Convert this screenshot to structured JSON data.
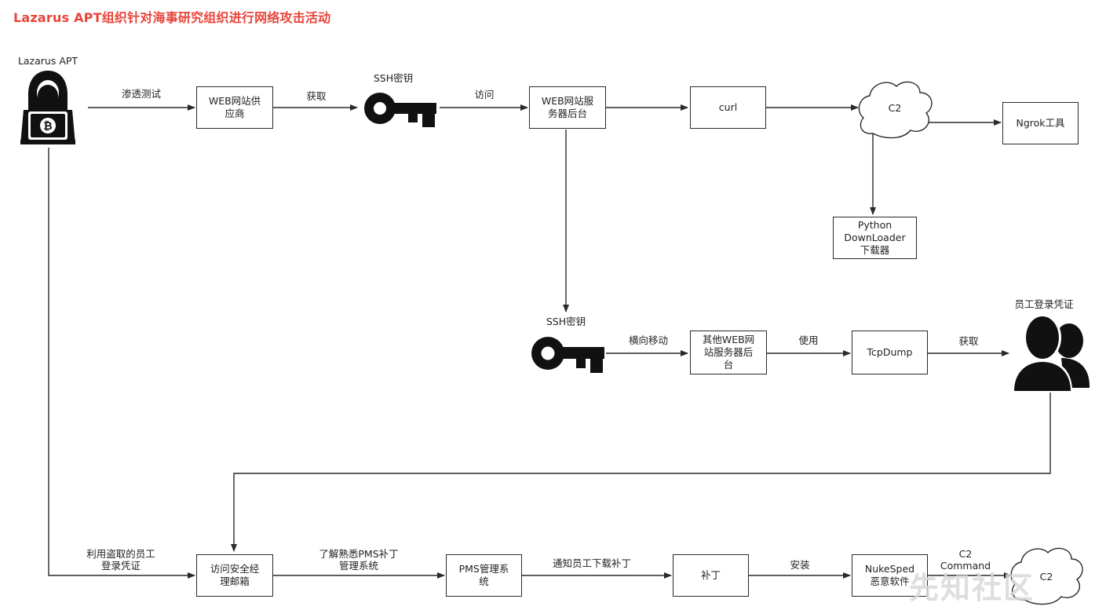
{
  "title": "Lazarus APT组织针对海事研究组织进行网络攻击活动",
  "actor": "Lazarus APT",
  "nodes": {
    "web_supplier": "WEB网站供\n应商",
    "ssh_key_1": "SSH密钥",
    "web_backend": "WEB网站服\n务器后台",
    "curl": "curl",
    "c2_top": "C2",
    "ngrok": "Ngrok工具",
    "python_downloader": "Python\nDownLoader\n下载器",
    "ssh_key_2": "SSH密钥",
    "other_web": "其他WEB网\n站服务器后\n台",
    "tcpdump": "TcpDump",
    "employee_creds": "员工登录凭证",
    "mail": "访问安全经\n理邮箱",
    "pms": "PMS管理系\n统",
    "patch": "补丁",
    "nukesped": "NukeSped\n恶意软件",
    "c2_bottom": "C2"
  },
  "edges": {
    "pentest": "渗透测试",
    "obtain_1": "获取",
    "access": "访问",
    "lateral": "横向移动",
    "use": "使用",
    "obtain_2": "获取",
    "stolen_creds": "利用盗取的员工\n登录凭证",
    "learn_pms": "了解熟悉PMS补丁\n管理系统",
    "notify": "通知员工下载补丁",
    "install": "安装",
    "c2_command": "C2\nCommand"
  },
  "watermark": "先知社区",
  "colors": {
    "title": "#e8443a",
    "stroke": "#2a2a2a"
  }
}
